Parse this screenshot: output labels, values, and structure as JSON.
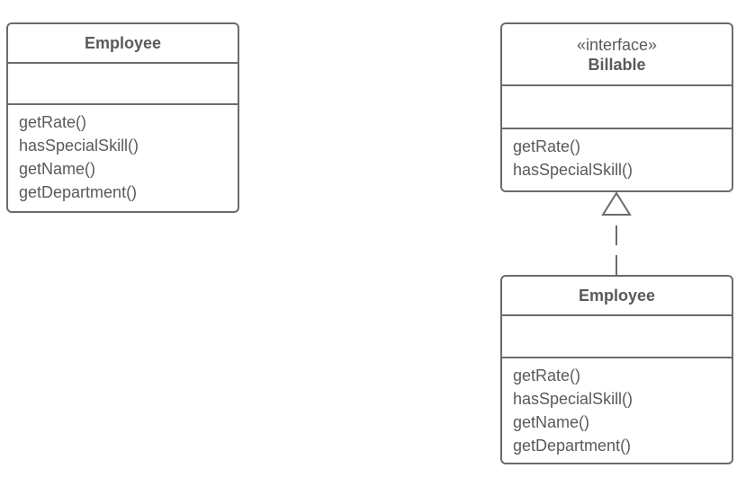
{
  "classes": {
    "employee_left": {
      "name": "Employee",
      "methods": [
        "getRate()",
        "hasSpecialSkill()",
        "getName()",
        "getDepartment()"
      ]
    },
    "billable": {
      "stereotype": "«interface»",
      "name": "Billable",
      "methods": [
        "getRate()",
        "hasSpecialSkill()"
      ]
    },
    "employee_right": {
      "name": "Employee",
      "methods": [
        "getRate()",
        "hasSpecialSkill()",
        "getName()",
        "getDepartment()"
      ]
    }
  },
  "relationships": [
    {
      "type": "realization",
      "from": "employee_right",
      "to": "billable"
    }
  ],
  "colors": {
    "stroke": "#6b6b6b",
    "text": "#5a5a5a",
    "background": "#ffffff"
  }
}
